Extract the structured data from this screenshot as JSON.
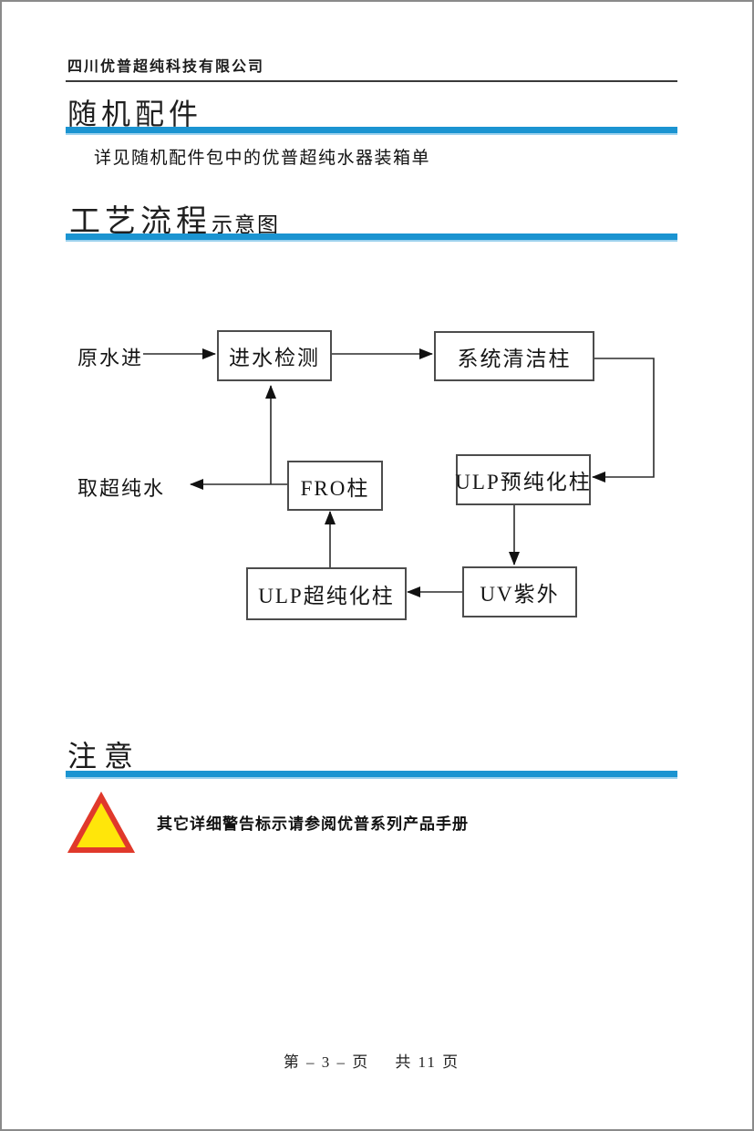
{
  "header": {
    "company": "四川优普超纯科技有限公司"
  },
  "sections": {
    "accessories": {
      "title": "随机配件",
      "body": "详见随机配件包中的优普超纯水器装箱单"
    },
    "process": {
      "title_large": "工艺流程",
      "title_small": "示意图"
    },
    "notice": {
      "title": "注意",
      "warning_text": "其它详细警告标示请参阅优普系列产品手册"
    }
  },
  "flowchart": {
    "nodes": [
      {
        "id": "inlet-check",
        "label": "进水检测"
      },
      {
        "id": "system-clean-column",
        "label": "系统清洁柱"
      },
      {
        "id": "ulp-pre-purification-column",
        "label": "ULP预纯化柱"
      },
      {
        "id": "fro-column",
        "label": "FRO柱"
      },
      {
        "id": "ulp-ultra-purification-column",
        "label": "ULP超纯化柱"
      },
      {
        "id": "uv-lamp",
        "label": "UV紫外"
      }
    ],
    "end_labels": [
      {
        "id": "raw-water-in",
        "label": "原水进"
      },
      {
        "id": "dispense-ultrapure-water",
        "label": "取超纯水"
      }
    ],
    "edges": [
      {
        "from": "原水进",
        "to": "进水检测"
      },
      {
        "from": "进水检测",
        "to": "系统清洁柱"
      },
      {
        "from": "系统清洁柱",
        "to": "ULP预纯化柱"
      },
      {
        "from": "ULP预纯化柱",
        "to": "UV紫外"
      },
      {
        "from": "UV紫外",
        "to": "ULP超纯化柱"
      },
      {
        "from": "ULP超纯化柱",
        "to": "FRO柱"
      },
      {
        "from": "FRO柱",
        "to": "取超纯水"
      },
      {
        "from": "FRO柱",
        "to": "进水检测"
      }
    ]
  },
  "footer": {
    "page_label": "第 – 3 – 页",
    "total_label": "共 11 页"
  },
  "colors": {
    "accent_blue": "#1b94d1",
    "warning_border_red": "#e0392b",
    "warning_fill_yellow": "#ffe60a"
  },
  "icons": {
    "warning": "warning-triangle-icon"
  }
}
